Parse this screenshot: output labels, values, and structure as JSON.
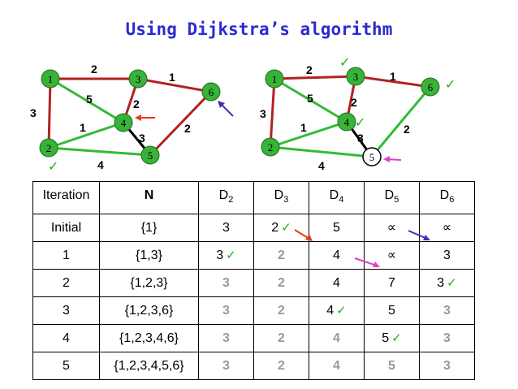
{
  "title": "Using Dijkstra’s algorithm",
  "colors": {
    "node_green": "#38b238",
    "edge_red": "#b22222",
    "edge_green": "#33bb33",
    "edge_black": "#000000",
    "arrow_red": "#e0401a",
    "arrow_purple": "#4a2ab8",
    "arrow_magenta": "#e040c0",
    "check": "#22aa22",
    "title": "#2b2bcf",
    "grey_text": "#9a9a9a"
  },
  "check_glyph": "✓",
  "graphs": [
    {
      "nodes": [
        {
          "label": "1",
          "fill": "green"
        },
        {
          "label": "3",
          "fill": "green"
        },
        {
          "label": "6",
          "fill": "green"
        },
        {
          "label": "4",
          "fill": "green"
        },
        {
          "label": "2",
          "fill": "green"
        },
        {
          "label": "5",
          "fill": "green"
        }
      ],
      "edges": [
        {
          "weight": "2",
          "color": "red"
        },
        {
          "weight": "1",
          "color": "red"
        },
        {
          "weight": "5",
          "color": "green"
        },
        {
          "weight": "2",
          "color": "red"
        },
        {
          "weight": "3",
          "color": "red"
        },
        {
          "weight": "1",
          "color": "green"
        },
        {
          "weight": "3",
          "color": "black"
        },
        {
          "weight": "2",
          "color": "red"
        },
        {
          "weight": "4",
          "color": "green"
        }
      ]
    },
    {
      "nodes": [
        {
          "label": "1",
          "fill": "green"
        },
        {
          "label": "3",
          "fill": "green"
        },
        {
          "label": "6",
          "fill": "green"
        },
        {
          "label": "4",
          "fill": "green"
        },
        {
          "label": "2",
          "fill": "green"
        },
        {
          "label": "5",
          "fill": "white"
        }
      ],
      "edges": [
        {
          "weight": "2",
          "color": "red"
        },
        {
          "weight": "1",
          "color": "red"
        },
        {
          "weight": "5",
          "color": "green"
        },
        {
          "weight": "2",
          "color": "red"
        },
        {
          "weight": "3",
          "color": "red"
        },
        {
          "weight": "1",
          "color": "green"
        },
        {
          "weight": "3",
          "color": "black"
        },
        {
          "weight": "2",
          "color": "green"
        },
        {
          "weight": "4",
          "color": "green"
        }
      ]
    }
  ],
  "table": {
    "headers": {
      "iteration": "Iteration",
      "n": "N",
      "d": [
        {
          "base": "D",
          "sub": "2"
        },
        {
          "base": "D",
          "sub": "3"
        },
        {
          "base": "D",
          "sub": "4"
        },
        {
          "base": "D",
          "sub": "5"
        },
        {
          "base": "D",
          "sub": "6"
        }
      ]
    },
    "rows": [
      {
        "iter": "Initial",
        "n": "{1}",
        "d2": "3",
        "d3": "2",
        "d4": "5",
        "d5": "∝",
        "d6": "∝"
      },
      {
        "iter": "1",
        "n": "{1,3}",
        "d2": "3",
        "d3": "2",
        "d4": "4",
        "d5": "∝",
        "d6": "3"
      },
      {
        "iter": "2",
        "n": "{1,2,3}",
        "d2": "3",
        "d3": "2",
        "d4": "4",
        "d5": "7",
        "d6": "3"
      },
      {
        "iter": "3",
        "n": "{1,2,3,6}",
        "d2": "3",
        "d3": "2",
        "d4": "4",
        "d5": "5",
        "d6": "3"
      },
      {
        "iter": "4",
        "n": "{1,2,3,4,6}",
        "d2": "3",
        "d3": "2",
        "d4": "4",
        "d5": "5",
        "d6": "3"
      },
      {
        "iter": "5",
        "n": "{1,2,3,4,5,6}",
        "d2": "3",
        "d3": "2",
        "d4": "4",
        "d5": "5",
        "d6": "3"
      }
    ]
  }
}
